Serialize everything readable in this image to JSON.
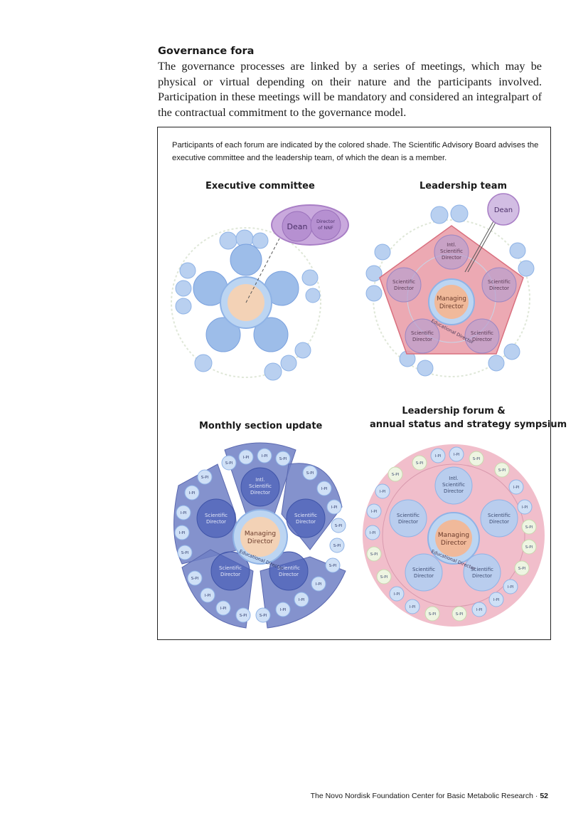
{
  "page": {
    "heading": "Governance fora",
    "intro": "The governance processes are linked by a series of meetings, which may be physical or virtual depending on their nature and the participants involved. Participation in these meetings will be mandatory and considered an integralpart of the contractual commitment to the governance model.",
    "caption": "Participants of each forum are indicated by the colored shade. The Scientific Advisory Board advises the executive committee and the leadership team, of which the dean is a member.",
    "footer_text": "The Novo Nordisk Foundation Center for Basic Metabolic Research · ",
    "page_number": "52"
  },
  "diagrams": {
    "executive": {
      "title": "Executive committee",
      "dean": "Dean",
      "director_line1": "Director",
      "director_line2": "of NNF"
    },
    "leadership": {
      "title": "Leadership team",
      "dean": "Dean",
      "intl_line1": "Intl.",
      "intl_line2": "Scientific",
      "intl_line3": "Director",
      "sd_line1": "Scientific",
      "sd_line2": "Director",
      "md_line1": "Managing",
      "md_line2": "Director",
      "edu": "Educational Director"
    },
    "monthly": {
      "title": "Monthly section update",
      "intl_line1": "Intl.",
      "intl_line2": "Scientific",
      "intl_line3": "Director",
      "sd_line1": "Scientific",
      "sd_line2": "Director",
      "md_line1": "Managing",
      "md_line2": "Director",
      "edu": "Educational Director",
      "ipi": "I-PI",
      "spi": "S-PI"
    },
    "forum": {
      "title_line1": "Leadership forum &",
      "title_line2": "annual status and strategy sympsium",
      "intl_line1": "Intl.",
      "intl_line2": "Scientific",
      "intl_line3": "Director",
      "sd_line1": "Scientific",
      "sd_line2": "Director",
      "md_line1": "Managing",
      "md_line2": "Director",
      "edu": "Educational Director",
      "ipi": "I-PI",
      "spi": "S-PI"
    }
  },
  "colors": {
    "blue": "#8fb3e6",
    "blue_dark": "#6a8fd0",
    "green_pale": "#e2efcf",
    "purple_shade": "#a97fc6",
    "red_shade": "#e69aa8",
    "blue_shade": "#6f7fc4",
    "pink_shade": "#efb3c2",
    "center": "#f3c6a0"
  }
}
